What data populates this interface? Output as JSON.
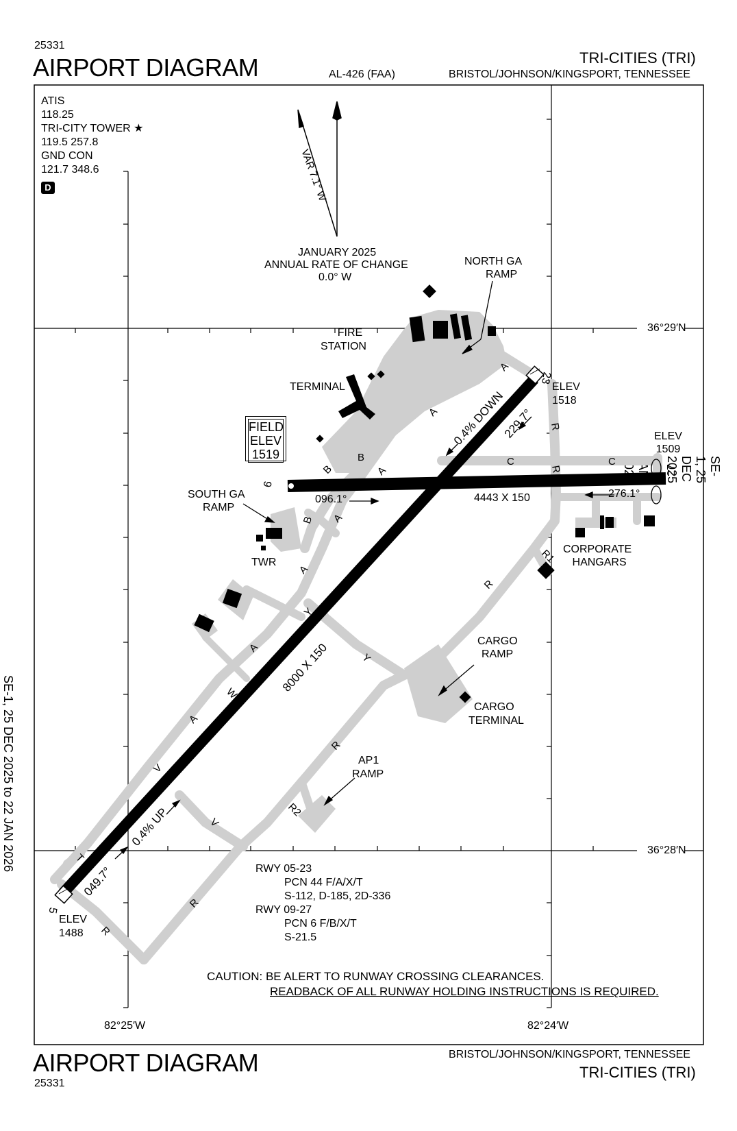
{
  "header": {
    "doc_number": "25331",
    "title": "AIRPORT DIAGRAM",
    "al_number": "AL-426 (FAA)",
    "airport_name": "TRI-CITIES (TRI)",
    "location": "BRISTOL/JOHNSON/KINGSPORT, TENNESSEE"
  },
  "footer": {
    "title": "AIRPORT DIAGRAM",
    "doc_number": "25331",
    "location": "BRISTOL/JOHNSON/KINGSPORT, TENNESSEE",
    "airport_name": "TRI-CITIES (TRI)"
  },
  "side_text": {
    "left": "SE-1, 25 DEC 2025 to 22 JAN 2026",
    "right": "SE-1, 25 DEC 2025 to 22 JAN 2026"
  },
  "comms": {
    "atis_label": "ATIS",
    "atis_freq": "118.25",
    "tower_label": "TRI-CITY TOWER",
    "tower_star": "★",
    "tower_freq": "119.5 257.8",
    "gnd_label": "GND CON",
    "gnd_freq": "121.7 348.6",
    "d_badge": "D"
  },
  "magvar": {
    "var_label": "VAR 7.1° W",
    "date": "JANUARY 2025",
    "rate_label": "ANNUAL RATE OF CHANGE",
    "rate_value": "0.0° W"
  },
  "coords": {
    "lat_north": "36°29′N",
    "lat_south": "36°28′N",
    "lon_west": "82°25′W",
    "lon_east": "82°24′W"
  },
  "labels": {
    "north_ga_ramp_1": "NORTH GA",
    "north_ga_ramp_2": "RAMP",
    "fire_station_1": "FIRE",
    "fire_station_2": "STATION",
    "terminal": "TERMINAL",
    "field_elev_1": "FIELD",
    "field_elev_2": "ELEV",
    "field_elev_3": "1519",
    "south_ga_ramp_1": "SOUTH GA",
    "south_ga_ramp_2": "RAMP",
    "twr": "TWR",
    "corporate_hangars_1": "CORPORATE",
    "corporate_hangars_2": "HANGARS",
    "cargo_ramp_1": "CARGO",
    "cargo_ramp_2": "RAMP",
    "cargo_terminal_1": "CARGO",
    "cargo_terminal_2": "TERMINAL",
    "ap1_ramp_1": "AP1",
    "ap1_ramp_2": "RAMP",
    "elev_23_label": "ELEV",
    "elev_23_value": "1518",
    "elev_27_label": "ELEV",
    "elev_27_value": "1509",
    "elev_5_label": "ELEV",
    "elev_5_value": "1488"
  },
  "runways": {
    "rwy_05_23_dims": "8000 X 150",
    "rwy_09_27_dims": "4443 X 150",
    "hdg_229": "229.7°",
    "hdg_049": "049.7°",
    "hdg_096": "096.1°",
    "hdg_276": "276.1°",
    "slope_down": "0.4% DOWN",
    "slope_up": "0.4% UP",
    "end_5": "5",
    "end_23": "23",
    "end_9": "9",
    "end_27": "27"
  },
  "taxiways": [
    "A",
    "A",
    "A",
    "A",
    "A",
    "A",
    "A",
    "B",
    "B",
    "B",
    "C",
    "C",
    "R",
    "R",
    "R",
    "R",
    "R",
    "R",
    "R1",
    "R2",
    "Y",
    "Y",
    "V",
    "V",
    "W",
    "T"
  ],
  "rwy_info": {
    "rwy1": "RWY 05-23",
    "rwy1_pcn": "PCN 44 F/A/X/T",
    "rwy1_wt": "S-112, D-185, 2D-336",
    "rwy2": "RWY 09-27",
    "rwy2_pcn": "PCN 6 F/B/X/T",
    "rwy2_wt": "S-21.5"
  },
  "caution": {
    "line1": "CAUTION: BE ALERT TO RUNWAY CROSSING CLEARANCES.",
    "line2": "READBACK OF ALL RUNWAY HOLDING INSTRUCTIONS IS REQUIRED."
  }
}
